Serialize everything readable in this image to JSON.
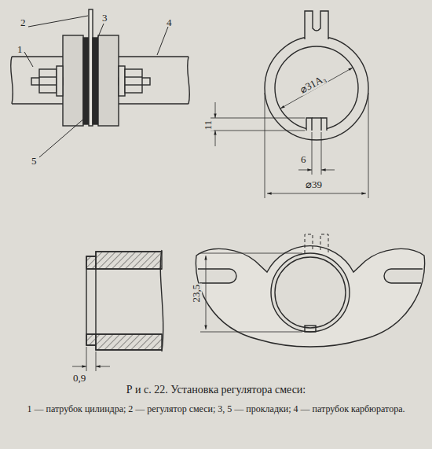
{
  "diagram": {
    "caption": "Р и с. 22. Установка регулятора смеси:",
    "labels": [
      "1",
      "2",
      "3",
      "4",
      "5",
      "⌀31A₃",
      "11",
      "6",
      "⌀39",
      "23,5",
      "0,9",
      "1 — патрубок цилиндра; 2 — регулятор смеси; 3, 5 — прокладки; 4 — патрубок карбюратора."
    ]
  }
}
